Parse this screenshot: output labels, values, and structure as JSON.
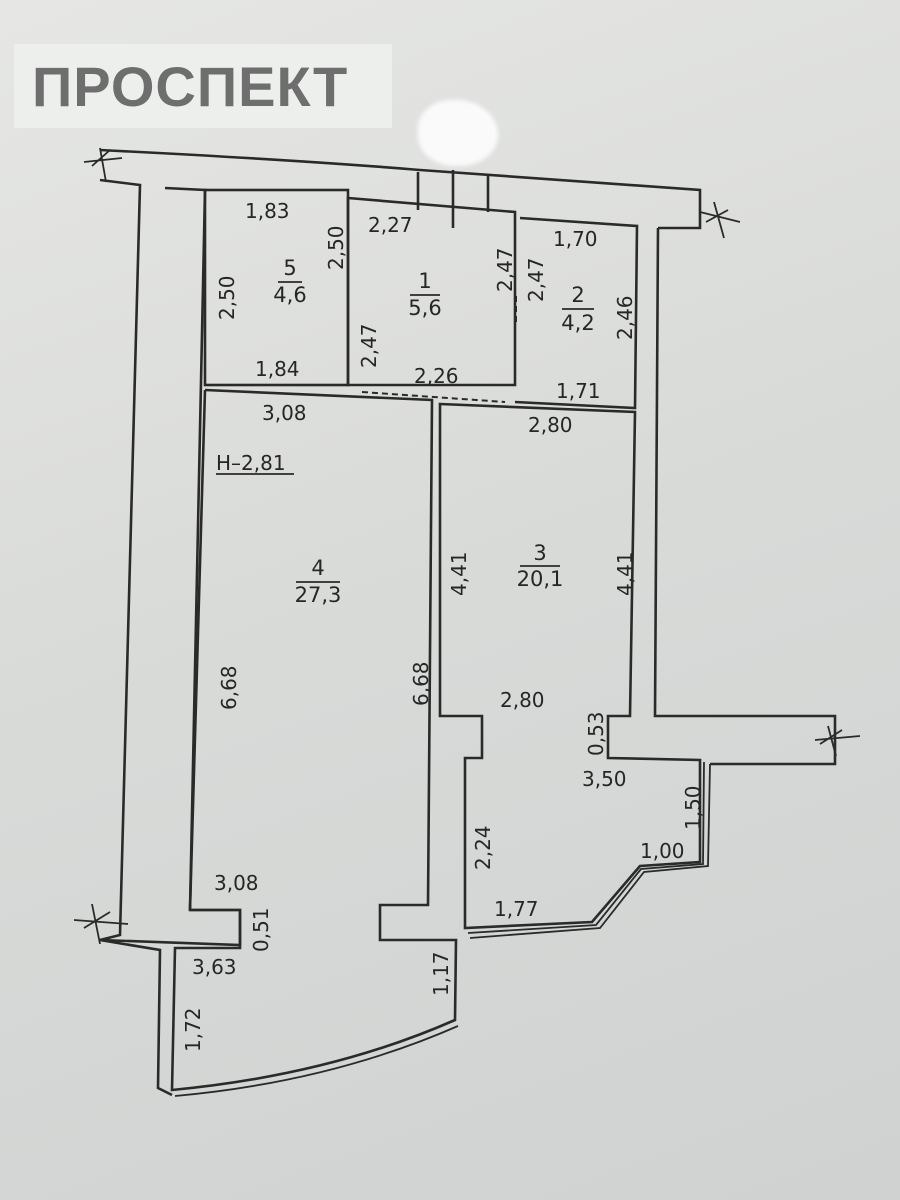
{
  "brand": {
    "text": "ПРОСПЕКТ"
  },
  "plan": {
    "ceiling_height": "Н–2,81",
    "rooms": [
      {
        "number": "1",
        "area": "5,6"
      },
      {
        "number": "2",
        "area": "4,2"
      },
      {
        "number": "3",
        "area": "20,1"
      },
      {
        "number": "4",
        "area": "27,3"
      },
      {
        "number": "5",
        "area": "4,6"
      }
    ],
    "dimensions": {
      "r5_top": "1,83",
      "r5_bottom": "1,84",
      "r5_left": "2,50",
      "r5_right": "2,50",
      "r1_top": "2,27",
      "r1_bottom": "2,26",
      "r1_left": "2,47",
      "r1_right": "2,47",
      "r2_top": "1,70",
      "r2_bottom": "1,71",
      "r2_left": "2,47",
      "r2_right": "2,46",
      "r4_top": "3,08",
      "r4_left": "6,68",
      "r4_right": "6,68",
      "r4_lower": "3,08",
      "r4_step": "0,51",
      "r4_bottom": "3,63",
      "r4_corner_left": "1,72",
      "r4_corner_right": "1,17",
      "r3_top": "2,80",
      "r3_left": "4,41",
      "r3_right": "4,41",
      "r3_mid": "2,80",
      "r3_step": "0,53",
      "r3_balcony": "3,50",
      "r3_window_side": "1,50",
      "r3_window_angle": "1,00",
      "r3_lower_left": "2,24",
      "r3_bottom": "1,77"
    }
  }
}
